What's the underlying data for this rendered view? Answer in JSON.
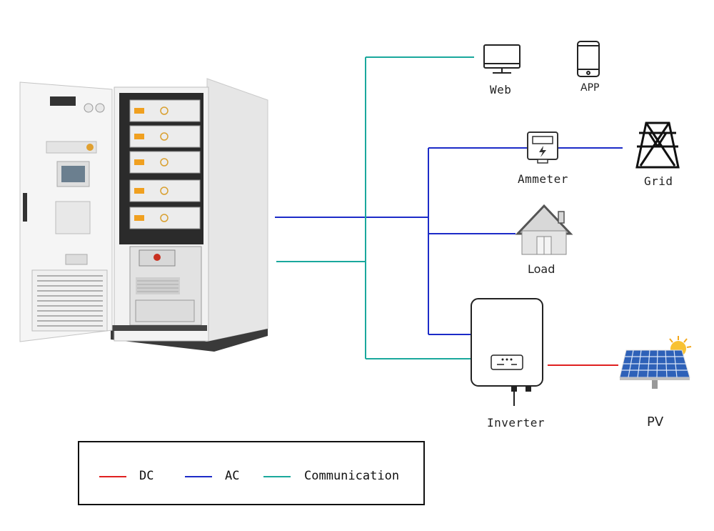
{
  "labels": {
    "web": "Web",
    "app": "APP",
    "ammeter": "Ammeter",
    "grid": "Grid",
    "load": "Load",
    "inverter": "Inverter",
    "pv": "PV"
  },
  "legend": [
    {
      "label": "DC",
      "color": "#e02020"
    },
    {
      "label": "AC",
      "color": "#1c2bc8"
    },
    {
      "label": "Communication",
      "color": "#1aa89c"
    }
  ],
  "colors": {
    "dc": "#e02020",
    "ac": "#1c2bc8",
    "communication": "#1aa89c"
  },
  "icons": [
    "storage-cabinet-icon",
    "monitor-icon",
    "smartphone-icon",
    "ammeter-icon",
    "power-tower-icon",
    "house-icon",
    "inverter-icon",
    "solar-panel-icon"
  ]
}
